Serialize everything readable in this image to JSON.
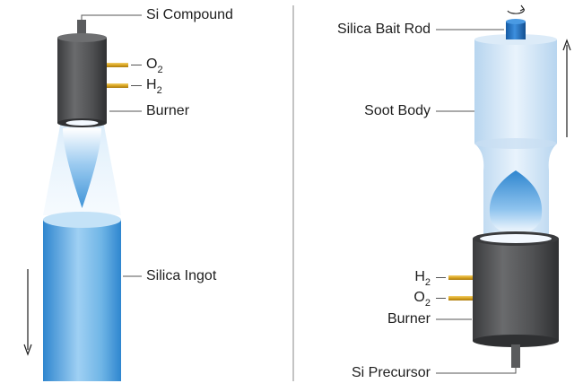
{
  "left_panel": {
    "labels": {
      "si_compound": "Si Compound",
      "o2": {
        "main": "O",
        "sub": "2"
      },
      "h2": {
        "main": "H",
        "sub": "2"
      },
      "burner": "Burner",
      "silica_ingot": "Silica Ingot"
    },
    "motion": "down"
  },
  "right_panel": {
    "labels": {
      "silica_bait_rod": "Silica Bait Rod",
      "soot_body": "Soot Body",
      "h2": {
        "main": "H",
        "sub": "2"
      },
      "o2": {
        "main": "O",
        "sub": "2"
      },
      "burner": "Burner",
      "si_precursor": "Si Precursor"
    },
    "motion": "up",
    "rod_rotation_icon": "rotate-arrow-icon"
  },
  "colors": {
    "burner_body": "#4d4e50",
    "gas_pipe": "#d9a520",
    "bait_rod": "#1f6fc0",
    "flame": "#3f94d8",
    "ingot": "#5aa8e0",
    "soot": "#cfe3f6",
    "leader_line": "#555555"
  }
}
